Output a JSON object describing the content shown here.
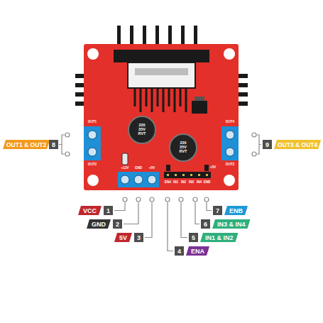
{
  "diagram": {
    "nodes": [
      {
        "text": [
          "OUT1 & OUT2"
        ]
      },
      {
        "text": [
          "8"
        ]
      },
      {
        "text": [
          "9"
        ]
      },
      {
        "text": [
          "OUT3 & OUT4"
        ]
      },
      {
        "text": [
          "VCC"
        ]
      },
      {
        "text": [
          "1"
        ]
      },
      {
        "text": [
          "7"
        ]
      },
      {
        "text": [
          "ENB"
        ]
      },
      {
        "text": [
          "GND"
        ]
      },
      {
        "text": [
          "2"
        ]
      },
      {
        "text": [
          "6"
        ]
      },
      {
        "text": [
          "IN3 & IN4"
        ]
      },
      {
        "text": [
          "5V"
        ]
      },
      {
        "text": [
          "3"
        ]
      },
      {
        "text": [
          "5"
        ]
      },
      {
        "text": [
          "IN1 & IN2"
        ]
      },
      {
        "text": [
          "4"
        ]
      },
      {
        "text": [
          "ENA"
        ]
      }
    ],
    "edges": [],
    "labels": [
      "OUT1",
      "OUT2",
      "OUT4",
      "OUT3",
      "+12V",
      "GND",
      "+5V",
      "+5V",
      "ENA",
      "IN1",
      "IN2",
      "IN3",
      "IN4",
      "ENB",
      "220 35V RVT",
      "220 35V RVT"
    ]
  }
}
